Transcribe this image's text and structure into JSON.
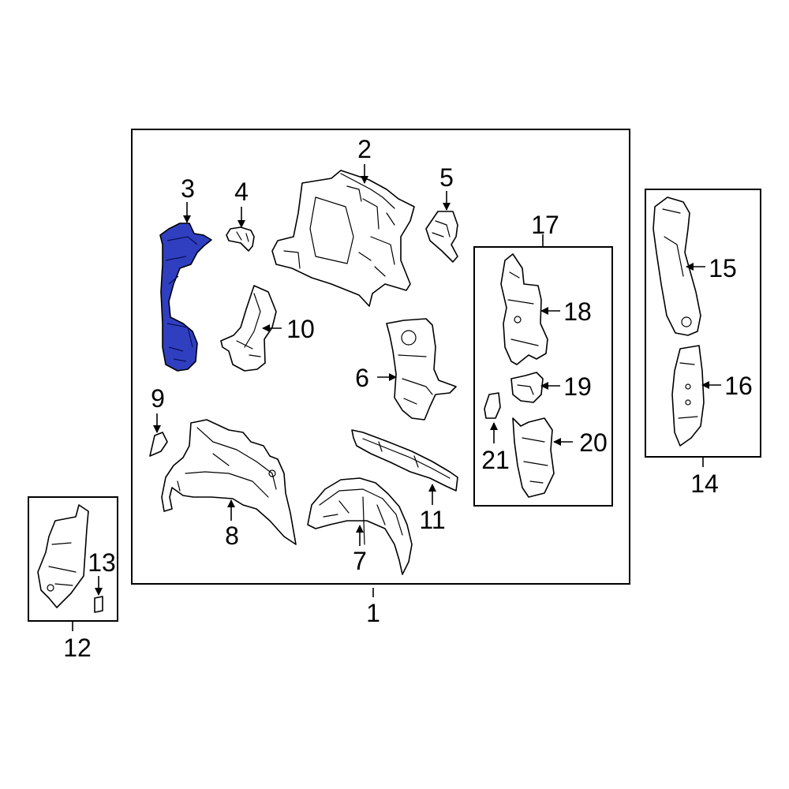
{
  "callouts": {
    "c1": "1",
    "c2": "2",
    "c3": "3",
    "c4": "4",
    "c5": "5",
    "c6": "6",
    "c7": "7",
    "c8": "8",
    "c9": "9",
    "c10": "10",
    "c11": "11",
    "c12": "12",
    "c13": "13",
    "c14": "14",
    "c15": "15",
    "c16": "16",
    "c17": "17",
    "c18": "18",
    "c19": "19",
    "c20": "20",
    "c21": "21"
  },
  "highlight": {
    "part": "3",
    "color": "#2f3fc0"
  }
}
